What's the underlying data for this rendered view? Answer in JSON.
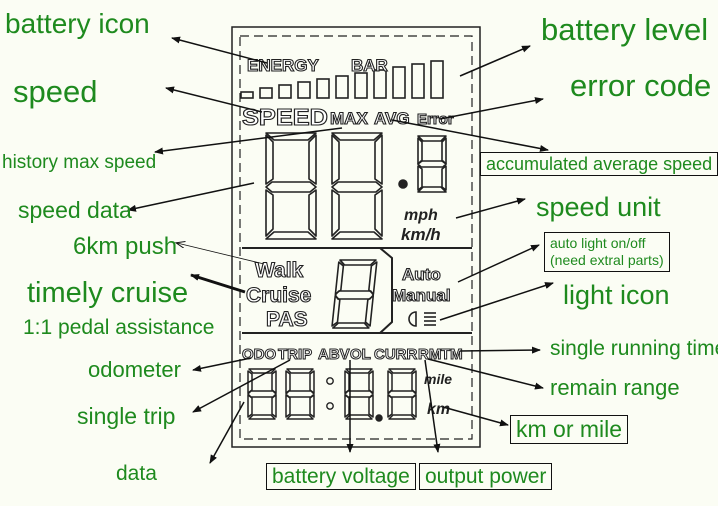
{
  "panel_segments": {
    "energy": "ENERGY",
    "bar": "BAR",
    "speed": "SPEED",
    "max": "MAX",
    "avg": "AVG",
    "error": "Error",
    "mph": "mph",
    "kmh": "km/h",
    "walk": "Walk",
    "cruise": "Cruise",
    "pas": "PAS",
    "auto": "Auto",
    "manual": "Manual",
    "odo": "ODO",
    "trip": "TRIP",
    "abv": "ABV",
    "ol": "OL",
    "curr": "CURR",
    "rm": "RM",
    "tm": "TM",
    "mile": "mile",
    "km": "km"
  },
  "labels": {
    "battery_icon": "battery icon",
    "battery_level": "battery level",
    "speed": "speed",
    "error_code": "error code",
    "history_max_speed": "history max speed",
    "accumulated_average_speed": "accumulated average speed",
    "speed_data": "speed data",
    "speed_unit": "speed unit",
    "six_km_push": "6km push",
    "auto_light": "auto light on/off\n(need extral parts)",
    "timely_cruise": "timely cruise",
    "light_icon": "light icon",
    "pedal_assistance": "1:1 pedal assistance",
    "single_running_time": "single running time",
    "odometer": "odometer",
    "remain_range": "remain range",
    "single_trip": "single trip",
    "km_or_mile": "km or mile",
    "data": "data",
    "battery_voltage": "battery voltage",
    "output_power": "output power"
  },
  "colors": {
    "label": "#1e8a1e",
    "ink": "#222222",
    "background": "#fbfdf4"
  }
}
